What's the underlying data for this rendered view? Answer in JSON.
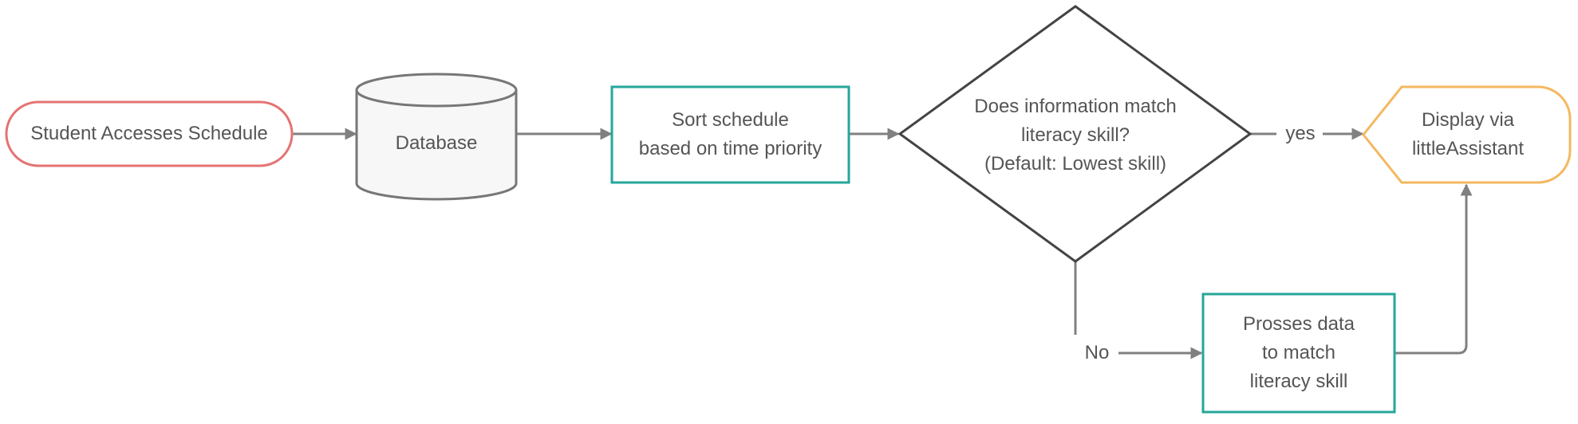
{
  "diagram": {
    "nodes": {
      "start": {
        "label": "Student Accesses Schedule",
        "shape": "terminator",
        "color": "#E57373"
      },
      "database": {
        "label": "Database",
        "shape": "cylinder",
        "color": "#777777"
      },
      "sort": {
        "line1": "Sort schedule",
        "line2": "based on time priority",
        "shape": "process",
        "color": "#26A69A"
      },
      "decision": {
        "line1": "Does information match",
        "line2": "literacy skill?",
        "line3": "(Default: Lowest skill)",
        "shape": "decision",
        "color": "#444444"
      },
      "display": {
        "line1": "Display via",
        "line2": "littleAssistant",
        "shape": "display",
        "color": "#F4B860"
      },
      "process": {
        "line1": "Prosses data",
        "line2": "to match",
        "line3": "literacy skill",
        "shape": "process",
        "color": "#26A69A"
      }
    },
    "edges": {
      "yes": "yes",
      "no": "No"
    },
    "connector_color": "#808080"
  }
}
